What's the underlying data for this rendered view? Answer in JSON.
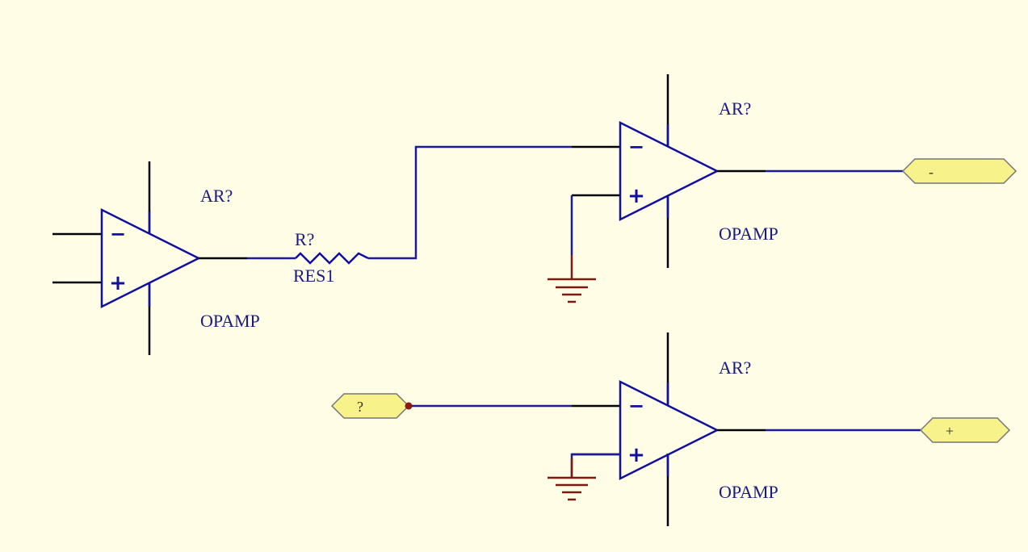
{
  "colors": {
    "background": "#fffde6",
    "opamp": "#1010a0",
    "pin": "#000000",
    "wire": "#1a1a9a",
    "ground": "#7a1a10",
    "label": "#1a1a80",
    "port_fill": "#f7f28a",
    "port_stroke": "#777777",
    "junction": "#8b1a10"
  },
  "components": {
    "opamp_left": {
      "designator": "AR?",
      "comment": "OPAMP",
      "minus_sign": "−",
      "plus_sign": "+"
    },
    "opamp_top_right": {
      "designator": "AR?",
      "comment": "OPAMP",
      "minus_sign": "−",
      "plus_sign": "+"
    },
    "opamp_bottom_right": {
      "designator": "AR?",
      "comment": "OPAMP",
      "minus_sign": "−",
      "plus_sign": "+"
    },
    "resistor": {
      "designator": "R?",
      "comment": "RES1"
    }
  },
  "ports": {
    "output_minus": {
      "label": "-"
    },
    "output_plus": {
      "label": "+"
    },
    "input_unknown": {
      "label": "?"
    }
  }
}
